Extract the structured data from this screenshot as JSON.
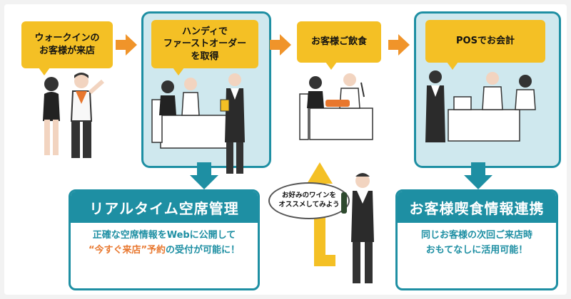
{
  "steps": [
    {
      "label": "ウォークインの\nお客様が来店"
    },
    {
      "label": "ハンディで\nファーストオーダー\nを取得"
    },
    {
      "label": "お客様ご飲食"
    },
    {
      "label": "POSでお会計"
    }
  ],
  "realtime": {
    "title": "リアルタイム空席管理",
    "line1": "正確な空席情報をWebに公開して",
    "line2_quote": "“今すぐ来店”予約",
    "line2_rest": "の受付が可能に！"
  },
  "customer_link": {
    "title": "お客様喫食情報連携",
    "line1": "同じお客様の次回ご来店時",
    "line2": "おもてなしに活用可能！"
  },
  "waiter_speech": "お好みのワインを\nオススメしてみよう",
  "colors": {
    "teal": "#1e8fa3",
    "yellow": "#f4c025",
    "orange": "#f0942a",
    "panel": "#cfe8ee"
  }
}
